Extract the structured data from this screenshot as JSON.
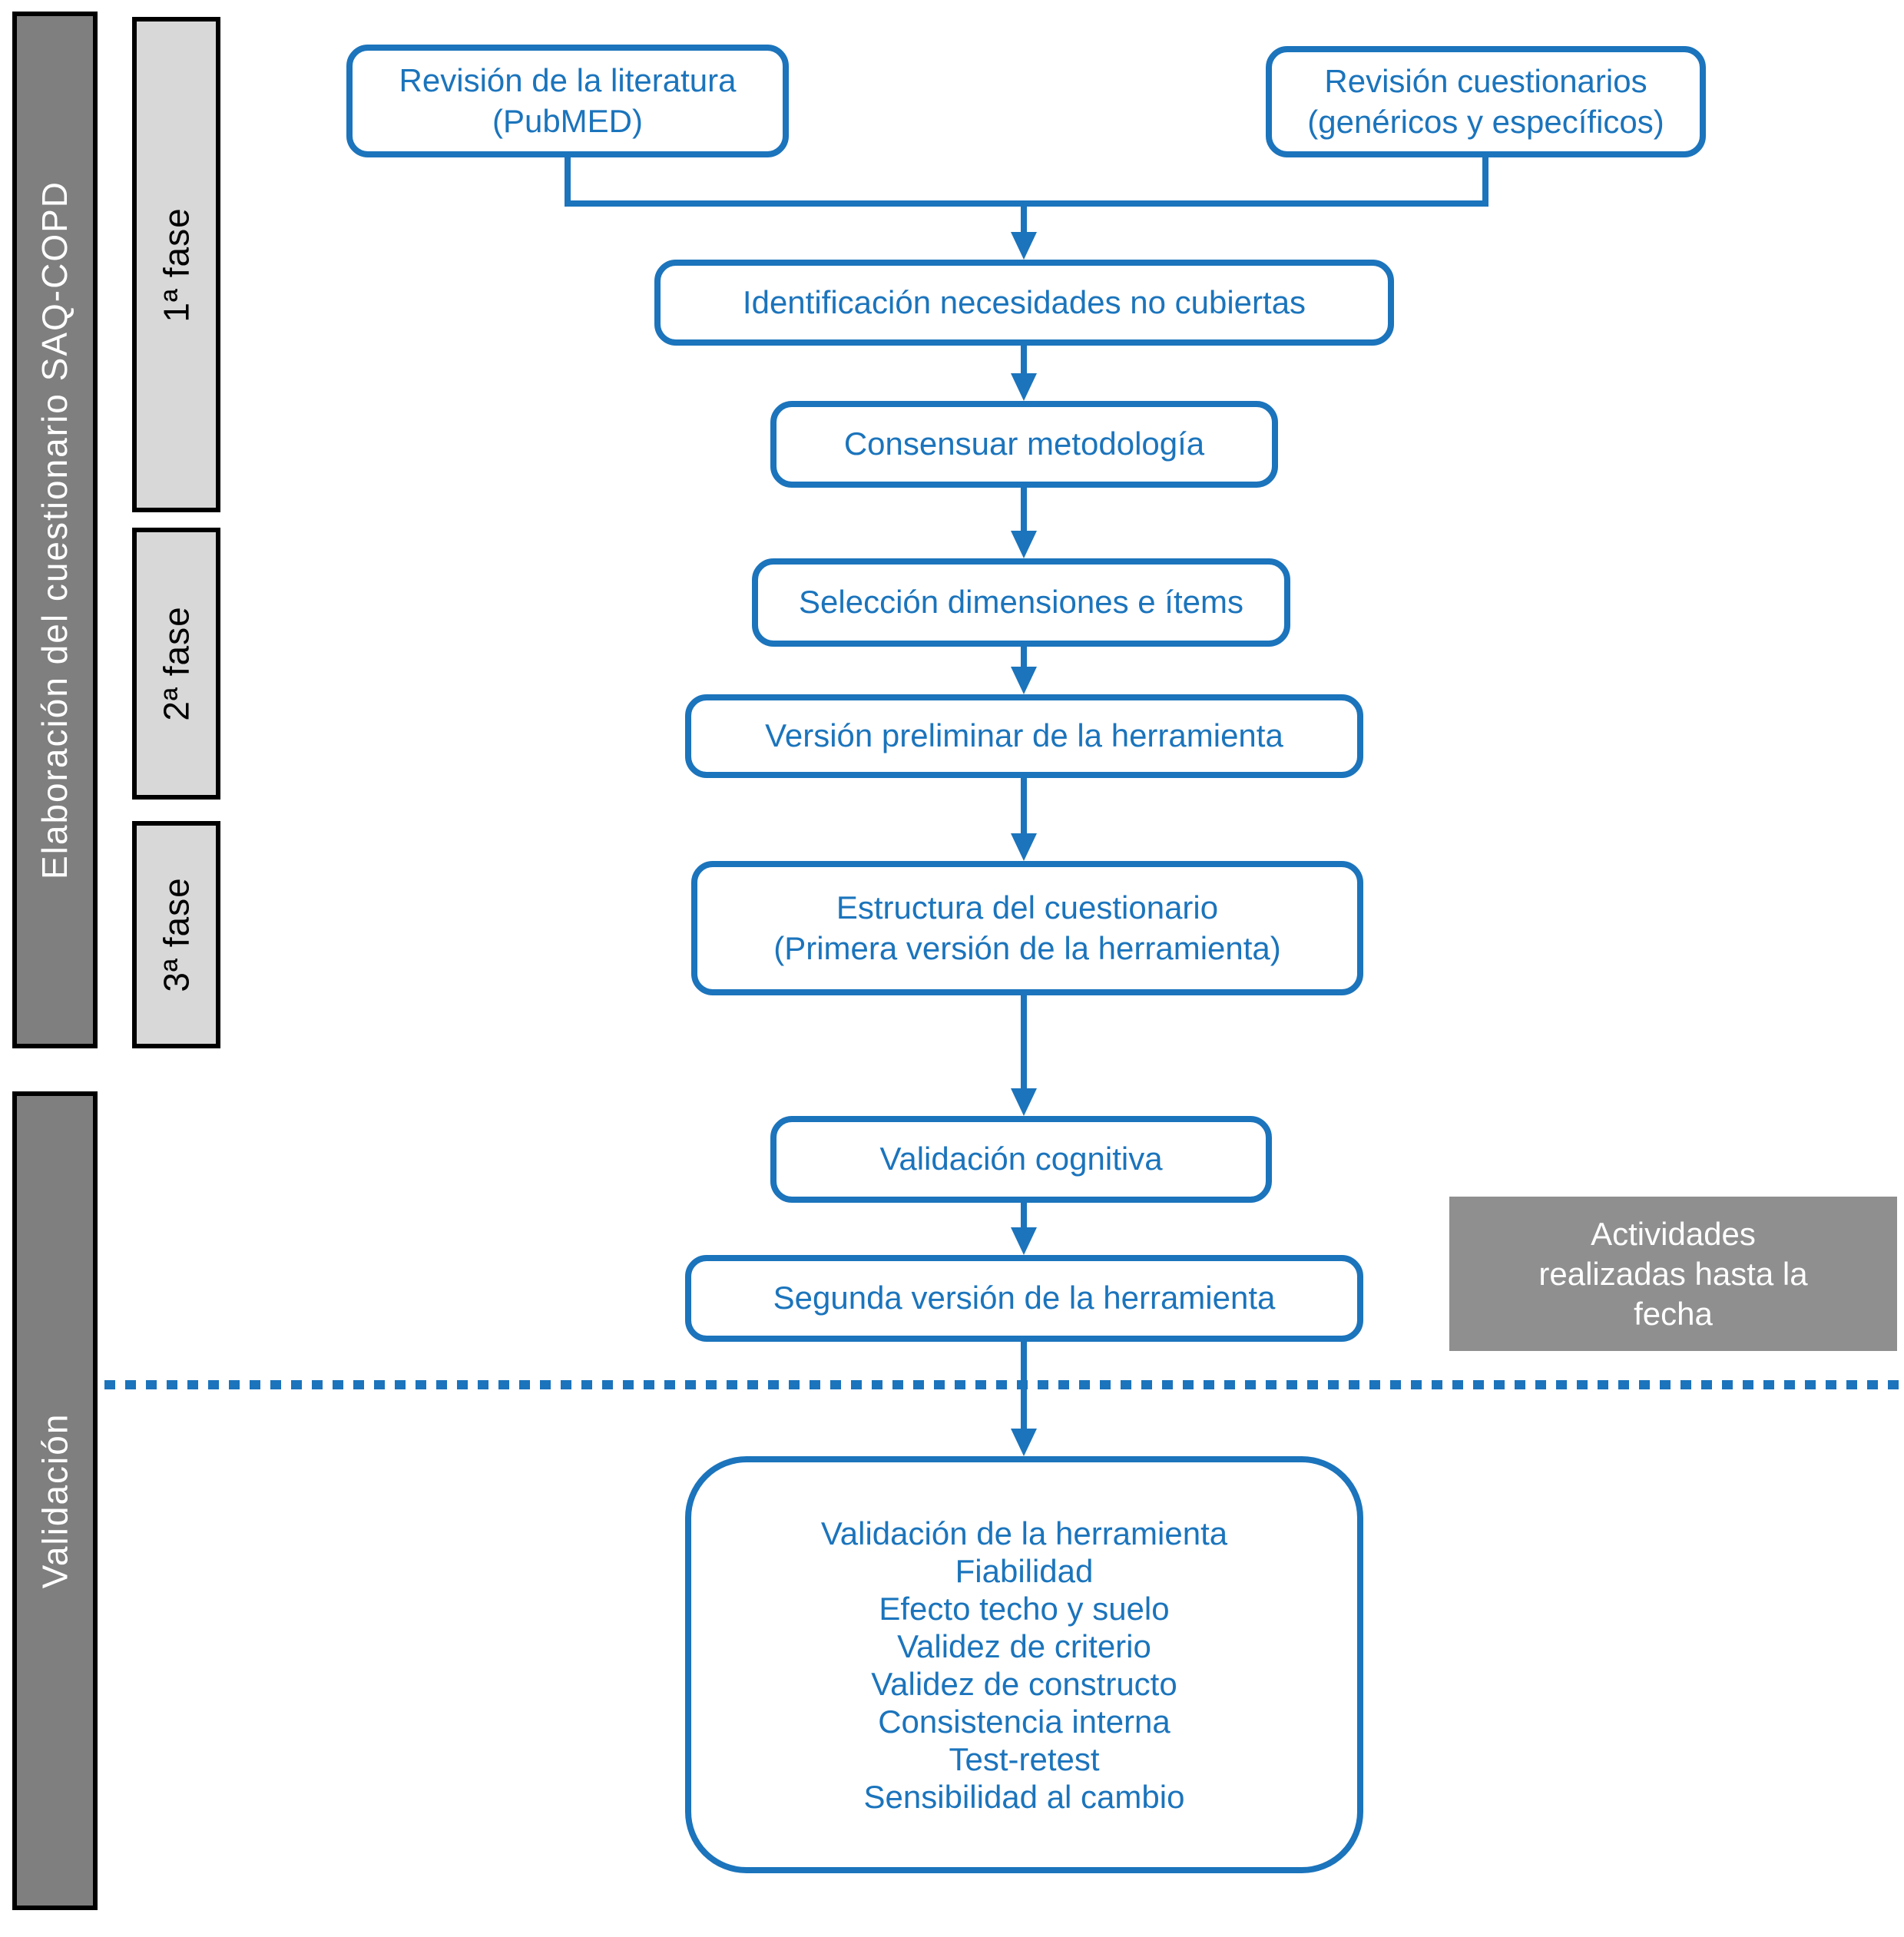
{
  "diagram": {
    "accent_blue": "#1b74bc",
    "sidebar": {
      "elaboracion_label": "Elaboración del cuestionario SAQ-COPD",
      "validacion_label": "Validación",
      "phases": [
        {
          "label": "1ª fase"
        },
        {
          "label": "2ª fase"
        },
        {
          "label": "3ª fase"
        }
      ]
    },
    "boxes": {
      "revision_literatura": {
        "line1": "Revisión de la literatura",
        "line2": "(PubMED)"
      },
      "revision_cuestionarios": {
        "line1": "Revisión cuestionarios",
        "line2": "(genéricos y específicos)"
      },
      "identificacion": "Identificación necesidades no cubiertas",
      "consensuar": "Consensuar metodología",
      "seleccion": "Selección dimensiones e ítems",
      "version_preliminar": "Versión preliminar de la herramienta",
      "estructura": {
        "line1": "Estructura del cuestionario",
        "line2": "(Primera versión de la herramienta)"
      },
      "validacion_cognitiva": "Validación cognitiva",
      "segunda_version": "Segunda versión de la herramienta",
      "validacion_final": {
        "lines": [
          "Validación de la herramienta",
          "Fiabilidad",
          "Efecto techo y suelo",
          "Validez de criterio",
          "Validez de constructo",
          "Consistencia interna",
          "Test-retest",
          "Sensibilidad al cambio"
        ]
      }
    },
    "annotation": {
      "lines": [
        "Actividades",
        "realizadas hasta la",
        "fecha"
      ]
    }
  }
}
